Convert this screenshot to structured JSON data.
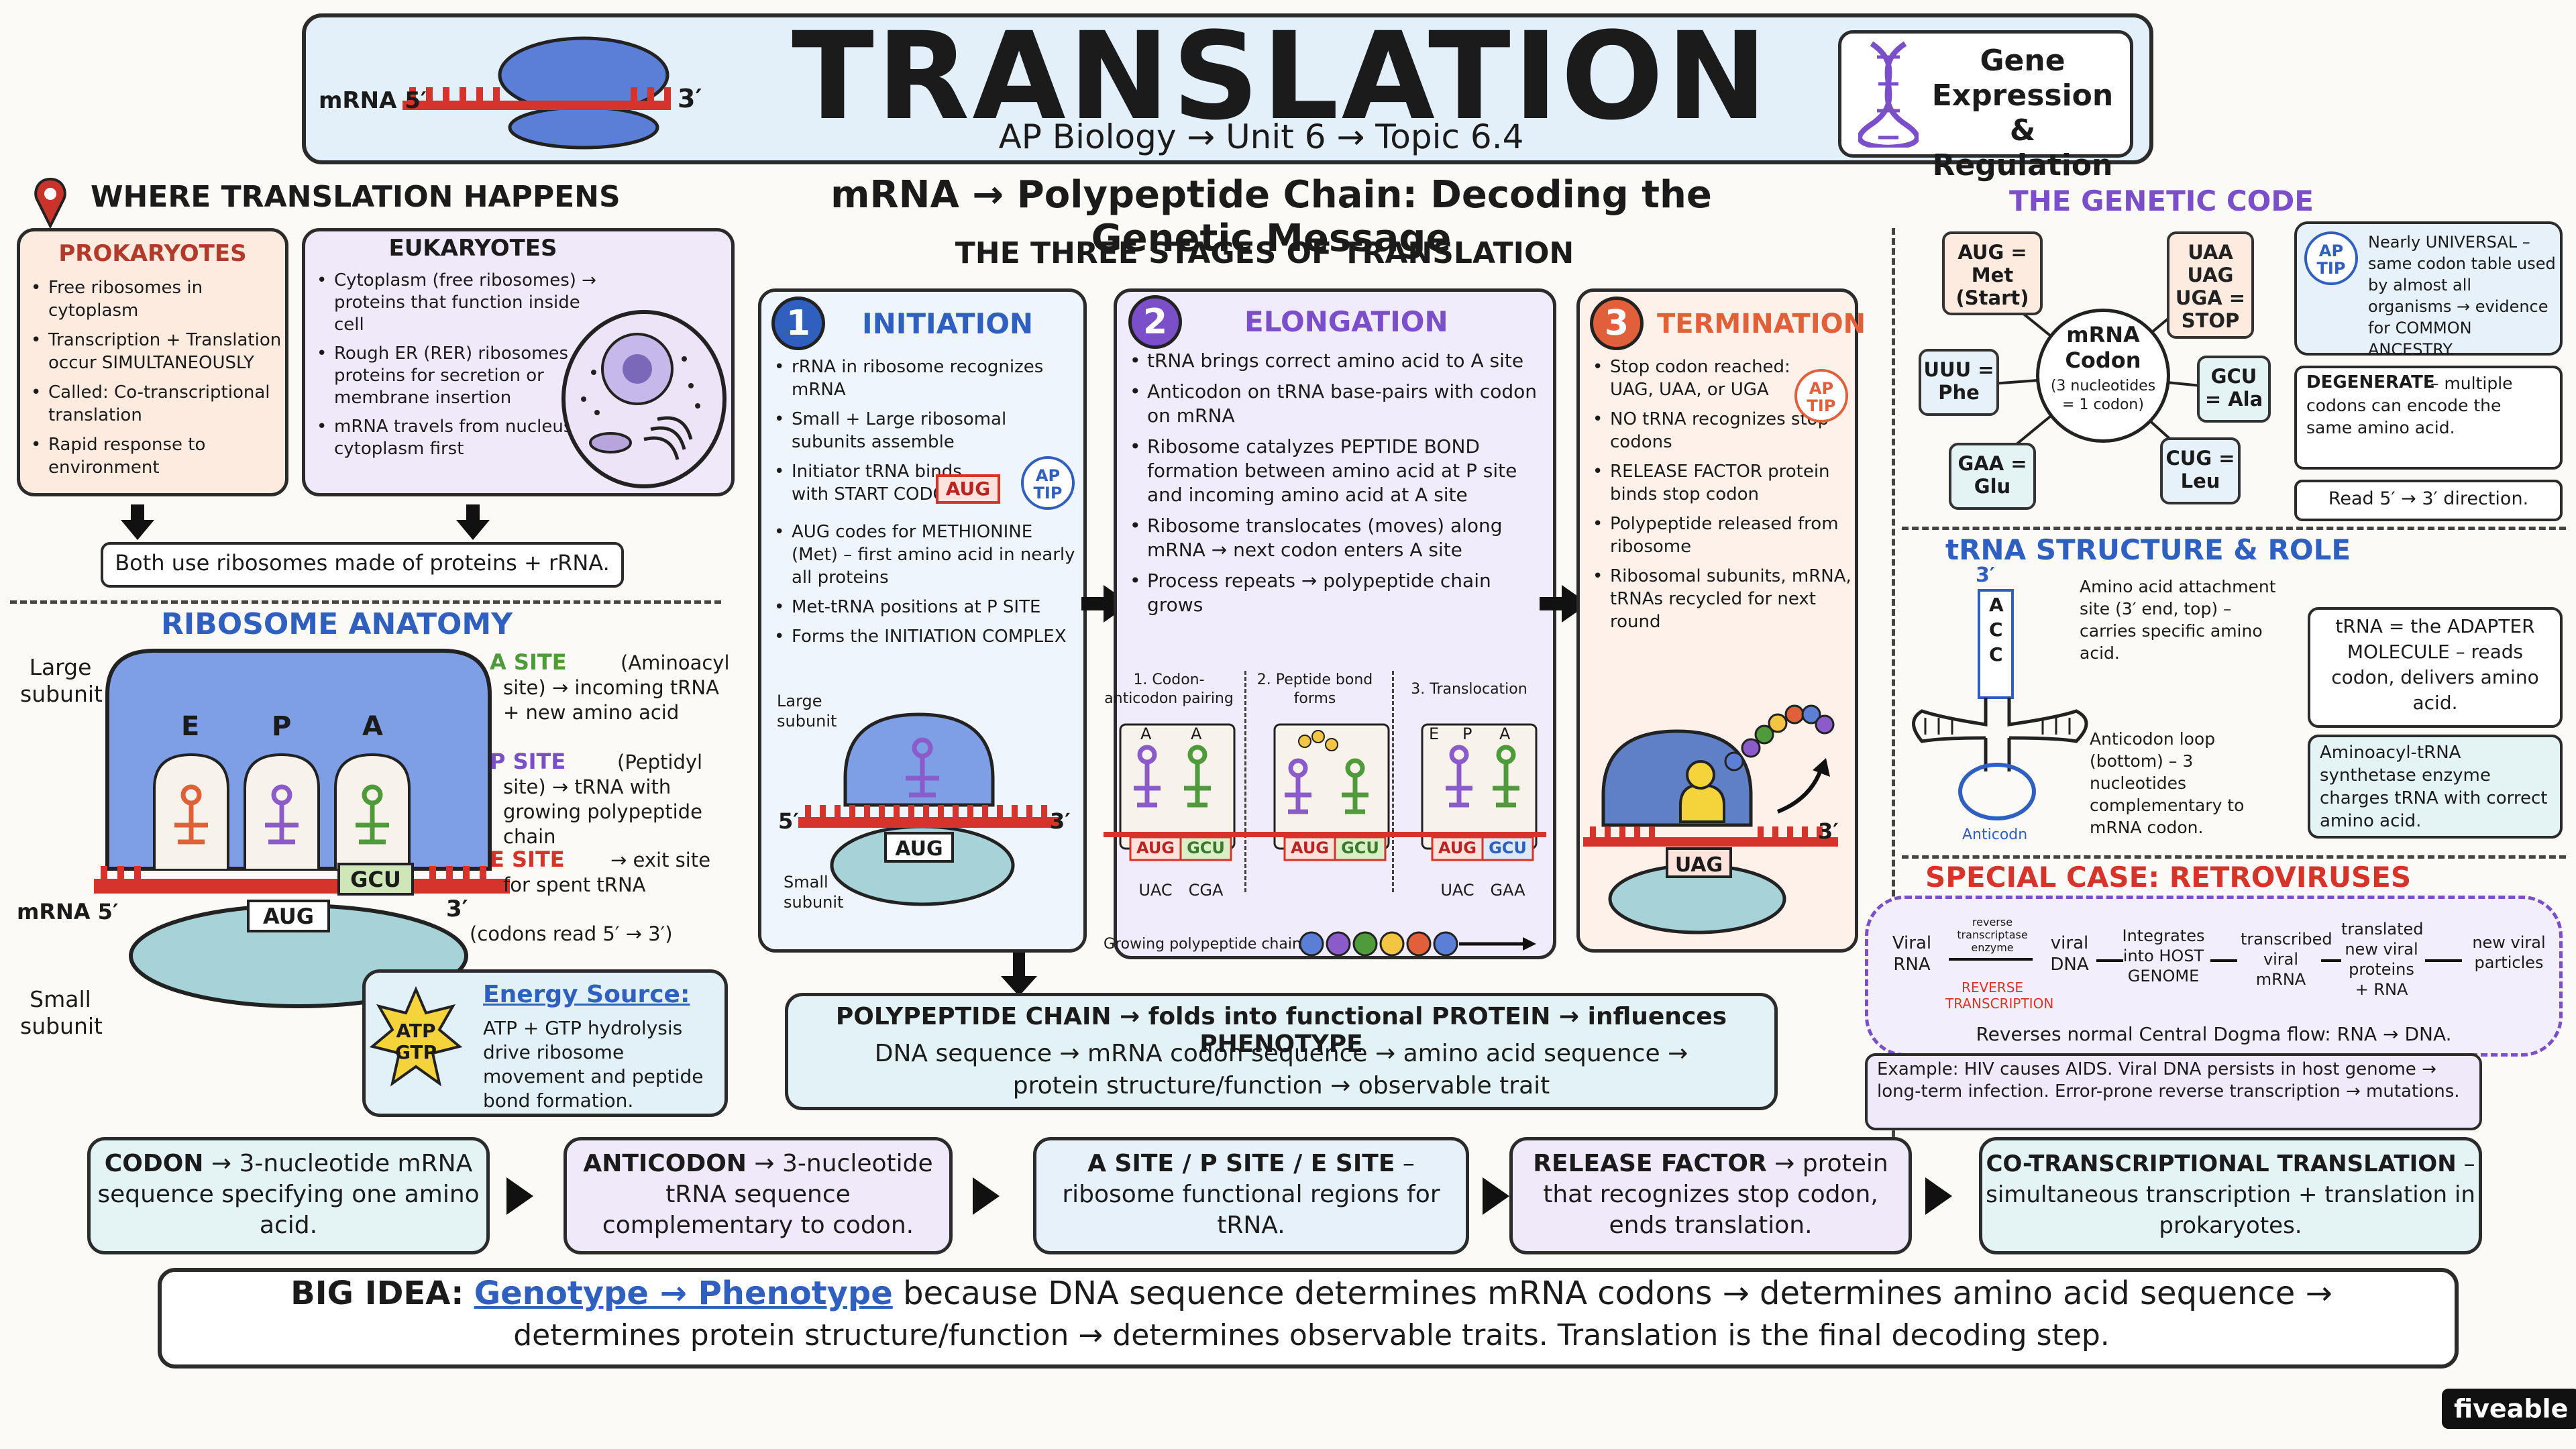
{
  "header": {
    "title": "TRANSLATION",
    "subtitle": "AP Biology → Unit 6 → Topic 6.4",
    "badge": "Gene Expression & Regulation",
    "mrna_left": "mRNA 5′",
    "mrna_right": "3′"
  },
  "where": {
    "title": "WHERE TRANSLATION HAPPENS",
    "pro": {
      "title": "PROKARYOTES",
      "items": [
        "Free ribosomes in cytoplasm",
        "Transcription + Translation occur SIMULTANEOUSLY",
        "Called: Co-transcriptional translation",
        "Rapid response to environment"
      ]
    },
    "euk": {
      "title": "EUKARYOTES",
      "items": [
        "Cytoplasm (free ribosomes) → proteins that function inside cell",
        "Rough ER (RER) ribosomes → proteins for secretion or membrane insertion",
        "mRNA travels from nucleus to cytoplasm first"
      ]
    },
    "both": "Both use ribosomes made of proteins + rRNA."
  },
  "ribo": {
    "title": "RIBOSOME ANATOMY",
    "large": "Large subunit",
    "small": "Small subunit",
    "e": "E",
    "p": "P",
    "a": "A",
    "mrna": "mRNA 5′",
    "three": "3′",
    "codon_a": "GCU",
    "codon_p": "AUG",
    "a_site_t": "A SITE",
    "a_site_d": "(Aminoacyl site) → incoming tRNA + new amino acid",
    "p_site_t": "P SITE",
    "p_site_d": "(Peptidyl site) → tRNA with growing polypeptide chain",
    "e_site_t": "E SITE",
    "e_site_d": "→ exit site for spent tRNA",
    "read": "(codons read 5′ → 3′)",
    "energy_t": "Energy Source:",
    "energy_d": "ATP + GTP hydrolysis drive ribosome movement and peptide bond formation.",
    "atp": "ATP",
    "gtp": "GTP"
  },
  "center": {
    "headline": "mRNA → Polypeptide Chain: Decoding the Genetic Message",
    "stages_title": "THE THREE STAGES OF TRANSLATION",
    "init": {
      "num": "1",
      "title": "INITIATION",
      "items": [
        "rRNA in ribosome recognizes mRNA",
        "Small + Large ribosomal subunits assemble",
        "Initiator tRNA binds with START CODON:",
        "AUG codes for METHIONINE (Met) – first amino acid in nearly all proteins",
        "Met-tRNA positions at P SITE",
        "Forms the INITIATION COMPLEX"
      ],
      "codon": "AUG",
      "tip": "AP TIP",
      "large": "Large subunit",
      "small": "Small subunit",
      "five": "5′",
      "three": "3′"
    },
    "elong": {
      "num": "2",
      "title": "ELONGATION",
      "items": [
        "tRNA brings correct amino acid to A site",
        "Anticodon on tRNA base-pairs with codon on mRNA",
        "Ribosome catalyzes PEPTIDE BOND formation between amino acid at P site and incoming amino acid at A site",
        "Ribosome translocates (moves) along mRNA → next codon enters A site",
        "Process repeats → polypeptide chain grows"
      ],
      "s1": "1. Codon-anticodon pairing",
      "s2": "2. Peptide bond forms",
      "s3": "3. Translocation",
      "growing": "Growing polypeptide chain",
      "c1": "AUG",
      "c2": "GCU",
      "ac1": "UAC",
      "ac2": "CGA",
      "ac3": "GAA",
      "pa": "A",
      "pp": "P",
      "pe": "E"
    },
    "term": {
      "num": "3",
      "title": "TERMINATION",
      "items": [
        "Stop codon reached: UAG, UAA, or UGA",
        "NO tRNA recognizes stop codons",
        "RELEASE FACTOR protein binds stop codon",
        "Polypeptide released from ribosome",
        "Ribosomal subunits, mRNA, tRNAs recycled for next round"
      ],
      "codon": "UAG",
      "tip": "AP TIP",
      "three": "3′"
    },
    "poly": {
      "line1": "POLYPEPTIDE CHAIN → folds into functional PROTEIN → influences PHENOTYPE",
      "line2": "DNA sequence → mRNA codon sequence → amino acid sequence →",
      "line3": "protein structure/function → observable trait"
    }
  },
  "code": {
    "title": "THE GENETIC CODE",
    "center": "mRNA Codon",
    "center_sub": "(3 nucleotides = 1 codon)",
    "aug": "AUG = Met (Start)",
    "stop": "UAA UAG UGA = STOP",
    "uuu": "UUU = Phe",
    "gcu": "GCU = Ala",
    "gaa": "GAA = Glu",
    "cug": "CUG = Leu",
    "tip": "AP TIP",
    "universal": "Nearly UNIVERSAL – same codon table used by almost all organisms → evidence for COMMON ANCESTRY.",
    "degenerate_t": "DEGENERATE",
    "degenerate_d": "– multiple codons can encode the same amino acid.",
    "read": "Read 5′ → 3′ direction."
  },
  "trna": {
    "title": "tRNA STRUCTURE & ROLE",
    "three": "3′",
    "acc": [
      "A",
      "C",
      "C"
    ],
    "attach": "Amino acid attachment site (3′ end, top) – carries specific amino acid.",
    "anticodon_note": "Anticodon loop (bottom) – 3 nucleotides complementary to mRNA codon.",
    "anticodon": "Anticodn",
    "adapter": "tRNA = the ADAPTER MOLECULE – reads codon, delivers amino acid.",
    "synth": "Aminoacyl-tRNA synthetase enzyme charges tRNA with correct amino acid."
  },
  "retro": {
    "title": "SPECIAL CASE: RETROVIRUSES",
    "flow": [
      "Viral RNA",
      "viral DNA",
      "Integrates into HOST GENOME",
      "transcribed viral mRNA",
      "translated new viral proteins + RNA",
      "new viral particles"
    ],
    "enzyme": "reverse transcriptase enzyme",
    "rt": "REVERSE TRANSCRIPTION",
    "reverses": "Reverses normal Central Dogma flow: RNA → DNA.",
    "example": "Example: HIV causes AIDS. Viral DNA persists in host genome → long-term infection. Error-prone reverse transcription → mutations."
  },
  "vocab": [
    {
      "term": "CODON",
      "def": "→ 3-nucleotide mRNA sequence specifying one amino acid."
    },
    {
      "term": "ANTICODON",
      "def": "→ 3-nucleotide tRNA sequence complementary to codon."
    },
    {
      "term": "A SITE / P SITE / E SITE",
      "def": "– ribosome functional regions for tRNA."
    },
    {
      "term": "RELEASE FACTOR",
      "def": "→ protein that recognizes stop codon, ends translation."
    },
    {
      "term": "CO-TRANSCRIPTIONAL TRANSLATION",
      "def": "– simultaneous transcription + translation in prokaryotes."
    }
  ],
  "big": {
    "label": "BIG IDEA:",
    "link": "Genotype → Phenotype",
    "line1": "because DNA sequence determines mRNA codons → determines amino acid sequence →",
    "line2": "determines protein structure/function → determines observable traits. Translation is the final decoding step."
  },
  "brand": "fiveable",
  "colors": {
    "blue": "#2f5fbf",
    "purple": "#7a4fc9",
    "orange": "#e0603a",
    "red": "#d6332a",
    "green": "#4f9a3a"
  }
}
